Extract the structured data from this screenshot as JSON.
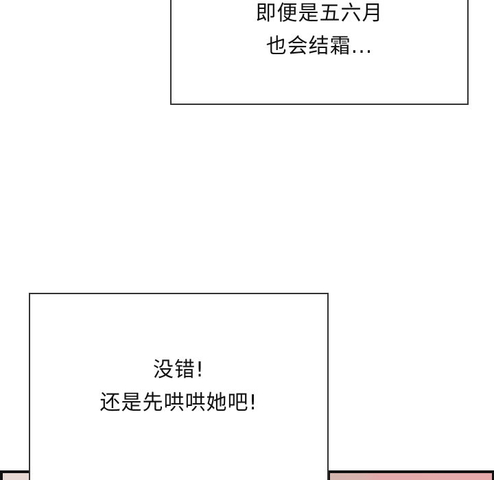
{
  "panels": {
    "top_caption": {
      "lines": [
        "即便是五六月",
        "也会结霜..."
      ]
    },
    "bottom_caption": {
      "lines": [
        "没错!",
        "还是先哄哄她吧!"
      ]
    },
    "next_panel_strip": {
      "colors": {
        "border": "#111111",
        "left": "#e8d8d4",
        "middle": "#f2f1f1",
        "right": "#e6aaab"
      }
    }
  }
}
